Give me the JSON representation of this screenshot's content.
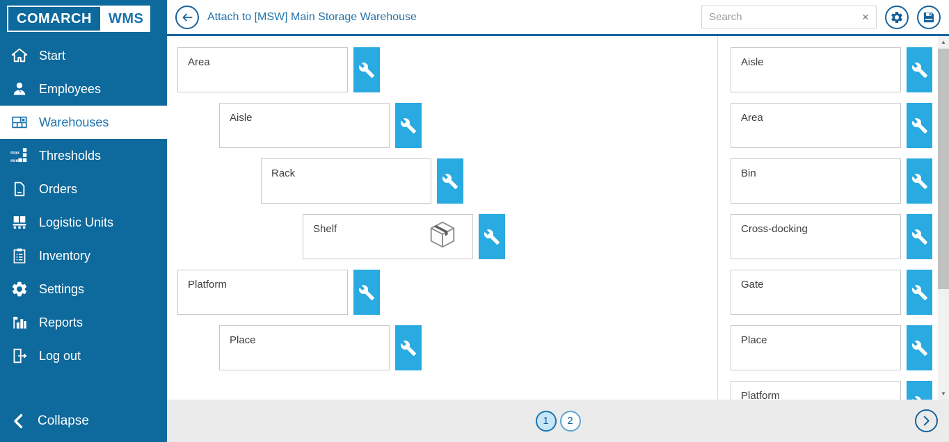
{
  "app": {
    "brand_primary": "COMARCH",
    "brand_secondary": "WMS"
  },
  "colors": {
    "sidebar_blue": "#0e699c",
    "accent_blue": "#29aae1",
    "link_blue": "#1a73ab",
    "circle_border_blue": "#16639c",
    "bottom_bar_gray": "#ebebeb"
  },
  "sidebar": {
    "items": [
      {
        "label": "Start",
        "icon": "home-icon",
        "active": false
      },
      {
        "label": "Employees",
        "icon": "employees-icon",
        "active": false
      },
      {
        "label": "Warehouses",
        "icon": "warehouses-icon",
        "active": true
      },
      {
        "label": "Thresholds",
        "icon": "thresholds-icon",
        "active": false
      },
      {
        "label": "Orders",
        "icon": "orders-icon",
        "active": false
      },
      {
        "label": "Logistic Units",
        "icon": "logistic-units-icon",
        "active": false
      },
      {
        "label": "Inventory",
        "icon": "inventory-icon",
        "active": false
      },
      {
        "label": "Settings",
        "icon": "settings-icon",
        "active": false
      },
      {
        "label": "Reports",
        "icon": "reports-icon",
        "active": false
      },
      {
        "label": "Log out",
        "icon": "logout-icon",
        "active": false
      }
    ],
    "collapse_label": "Collapse"
  },
  "header": {
    "title": "Attach to [MSW] Main Storage Warehouse",
    "search": {
      "placeholder": "Search",
      "value": "",
      "clear_label": "×"
    }
  },
  "structure_tree": {
    "nodes": [
      {
        "label": "Area",
        "indent": 0,
        "package_icon": false
      },
      {
        "label": "Aisle",
        "indent": 1,
        "package_icon": false
      },
      {
        "label": "Rack",
        "indent": 2,
        "package_icon": false
      },
      {
        "label": "Shelf",
        "indent": 3,
        "package_icon": true
      },
      {
        "label": "Platform",
        "indent": 0,
        "package_icon": false
      },
      {
        "label": "Place",
        "indent": 1,
        "package_icon": false
      }
    ]
  },
  "object_types": {
    "items": [
      "Aisle",
      "Area",
      "Bin",
      "Cross-docking",
      "Gate",
      "Place",
      "Platform"
    ]
  },
  "pagination": {
    "pages": [
      "1",
      "2"
    ],
    "active": "1"
  }
}
